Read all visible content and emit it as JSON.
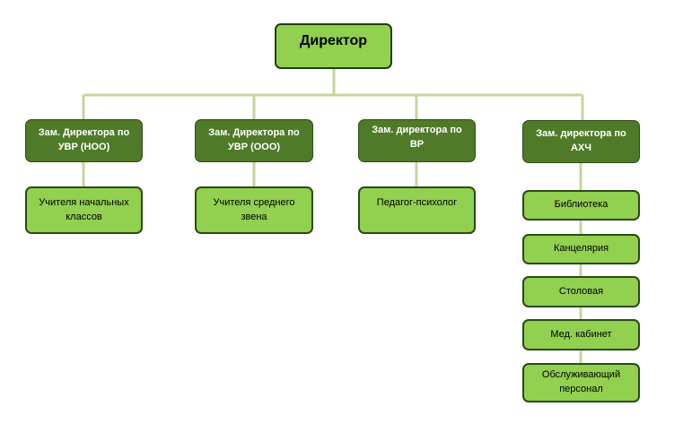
{
  "director": "Директор",
  "deputies": [
    {
      "title": "Зам. Директора по УВР (НОО)",
      "units": [
        "Учителя начальных классов"
      ]
    },
    {
      "title": "Зам. Директора по УВР (ООО)",
      "units": [
        "Учителя среднего звена"
      ]
    },
    {
      "title": "Зам. директора по ВР",
      "units": [
        "Педагог-психолог"
      ]
    },
    {
      "title": "Зам. директора по АХЧ",
      "units": [
        "Библиотека",
        "Канцелярия",
        "Столовая",
        "Мед. кабинет",
        "Обслуживающий персонал"
      ]
    }
  ],
  "colors": {
    "top_fill": "#92d050",
    "manager_fill": "#4f7a28",
    "unit_fill": "#92d050",
    "connector": "#c3d69b"
  }
}
